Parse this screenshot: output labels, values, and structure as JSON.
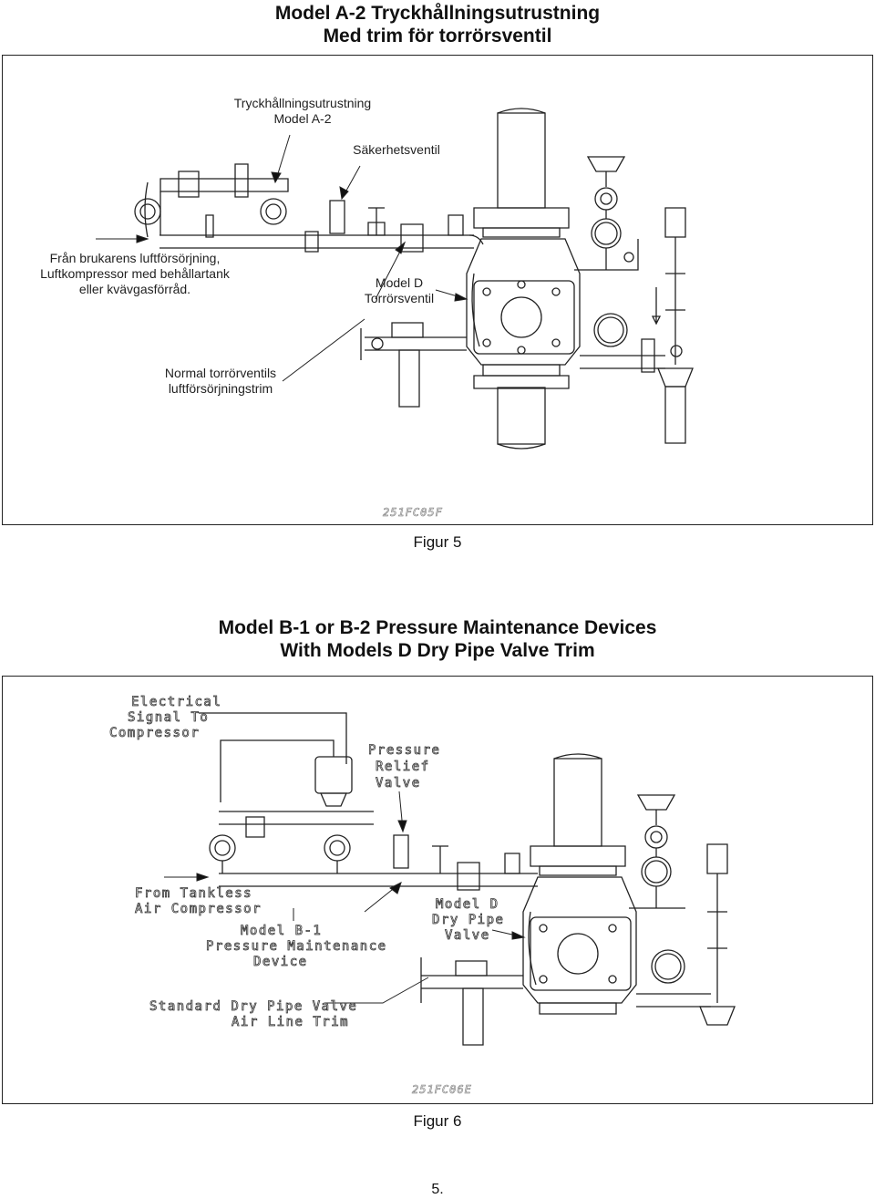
{
  "section1": {
    "title_line1": "Model A-2 Tryckhållningsutrustning",
    "title_line2": "Med trim för torrörsventil",
    "labels": {
      "pressure_device_line1": "Tryckhållningsutrustning",
      "pressure_device_line2": "Model A-2",
      "safety_valve": "Säkerhetsventil",
      "supply_line1": "Från brukarens luftförsörjning,",
      "supply_line2": "Luftkompressor med behållartank",
      "supply_line3": "eller kvävgasförråd.",
      "dry_valve_line1": "Model D",
      "dry_valve_line2": "Torrörsventil",
      "normal_trim_line1": "Normal torrörventils",
      "normal_trim_line2": "luftförsörjningstrim"
    },
    "drawing_code": "251FC05F",
    "caption": "Figur 5"
  },
  "section2": {
    "title_line1": "Model B-1 or B-2 Pressure Maintenance Devices",
    "title_line2": "With Models D Dry Pipe Valve Trim",
    "labels": {
      "signal_line1": "Electrical",
      "signal_line2": "Signal To",
      "signal_line3": "Compressor",
      "relief_line1": "Pressure",
      "relief_line2": "Relief",
      "relief_line3": "Valve",
      "tankless_line1": "From Tankless",
      "tankless_line2": "Air Compressor",
      "device_line1": "Model B-1",
      "device_line2": "Pressure Maintenance",
      "device_line3": "Device",
      "dry_valve_line1": "Model D",
      "dry_valve_line2": "Dry Pipe",
      "dry_valve_line3": "Valve",
      "std_trim_line1": "Standard Dry Pipe Valve",
      "std_trim_line2": "Air Line Trim"
    },
    "drawing_code": "251FC06E",
    "caption": "Figur 6"
  },
  "page_number": "5."
}
